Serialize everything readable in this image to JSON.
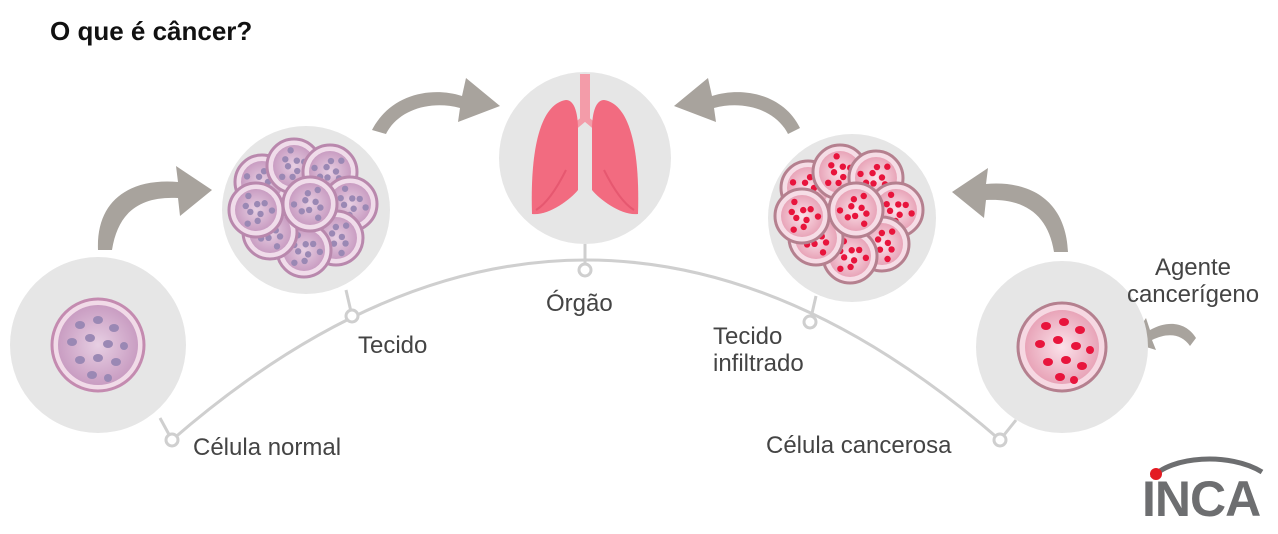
{
  "title": "O que é câncer?",
  "stages": {
    "normal_cell": "Célula normal",
    "tissue": "Tecido",
    "organ": "Órgão",
    "infiltrated_tissue_line1": "Tecido",
    "infiltrated_tissue_line2": "infiltrado",
    "cancer_cell": "Célula cancerosa"
  },
  "agent_label_line1": "Agente",
  "agent_label_line2": "cancerígeno",
  "logo": "INCA",
  "colors": {
    "circle_bg": "#e6e6e6",
    "arc": "#cfcfcf",
    "arrow": "#a8a39d",
    "normal_cell_fill": "#d9b8d3",
    "normal_nucleus": "#9a88b4",
    "cancer_cell_fill": "#f2c6d2",
    "cancer_nucleus": "#e8143c",
    "lung": "#f26b80",
    "logo_accent": "#e31b23",
    "logo_gray": "#6d6e70"
  }
}
